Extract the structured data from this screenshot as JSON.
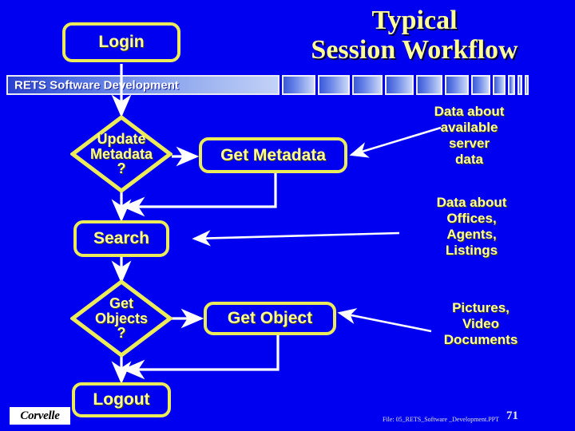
{
  "slide": {
    "background_color": "#0000f0",
    "accent_color": "#ffff99",
    "shape_border_color": "#ecec5a",
    "connector_color": "#ffffff",
    "title_line1": "Typical",
    "title_line2": "Session Workflow"
  },
  "banner": {
    "label": "RETS Software Development",
    "block_widths": [
      42,
      40,
      38,
      36,
      33,
      30,
      24,
      16,
      9,
      6,
      5
    ]
  },
  "flow": {
    "login": {
      "label": "Login"
    },
    "update_metadata": {
      "line1": "Update",
      "line2": "Metadata",
      "line3": "?"
    },
    "get_metadata": {
      "label": "Get Metadata"
    },
    "search": {
      "label": "Search"
    },
    "get_objects": {
      "line1": "Get",
      "line2": "Objects",
      "line3": "?"
    },
    "get_object": {
      "label": "Get Object"
    },
    "logout": {
      "label": "Logout"
    }
  },
  "callouts": {
    "server_data": "Data about\navailable\nserver\ndata",
    "offices_agents": "Data about\nOffices,\nAgents,\nListings",
    "pictures_video": "Pictures,\nVideo\nDocuments"
  },
  "footer": {
    "logo_text": "Corvelle",
    "file_text": "File: 05_RETS_Software _Development.PPT",
    "page_number": "71"
  }
}
